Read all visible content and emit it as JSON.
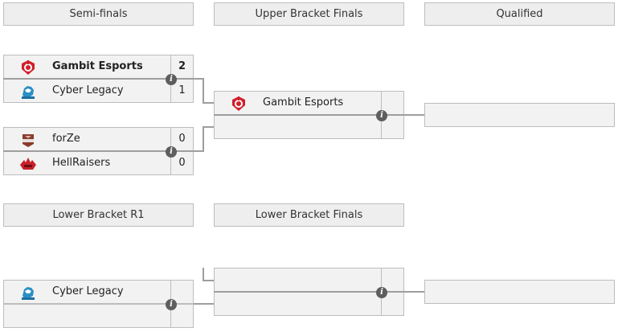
{
  "headers": {
    "semi_finals": "Semi-finals",
    "upper_bracket_finals": "Upper Bracket Finals",
    "qualified_top": "Qualified",
    "lower_bracket_r1": "Lower Bracket R1",
    "lower_bracket_finals": "Lower Bracket Finals"
  },
  "semi_final_1": {
    "top": {
      "name": "Gambit Esports",
      "score": "2",
      "logo": "gambit-logo-icon",
      "winner": true
    },
    "bottom": {
      "name": "Cyber Legacy",
      "score": "1",
      "logo": "cyber-legacy-logo-icon",
      "winner": false
    }
  },
  "semi_final_2": {
    "top": {
      "name": "forZe",
      "score": "0",
      "logo": "forze-logo-icon"
    },
    "bottom": {
      "name": "HellRaisers",
      "score": "0",
      "logo": "hellraisers-logo-icon"
    }
  },
  "upper_final": {
    "top": {
      "name": "Gambit Esports",
      "logo": "gambit-logo-icon"
    },
    "bottom": {
      "name": ""
    }
  },
  "lower_r1": {
    "top": {
      "name": "Cyber Legacy",
      "logo": "cyber-legacy-logo-icon"
    },
    "bottom": {
      "name": ""
    }
  },
  "lower_final": {
    "top": {
      "name": ""
    },
    "bottom": {
      "name": ""
    }
  },
  "info_icon": "info-icon",
  "colors": {
    "gambit_red": "#d11f2a",
    "cyber_blue": "#2a8fc4",
    "forze_brown": "#8a3a2c",
    "hellraisers_red": "#c8202a",
    "slot_bg": "#f2f2f2",
    "border": "#bdbdbd",
    "connector": "#9e9e9e"
  }
}
